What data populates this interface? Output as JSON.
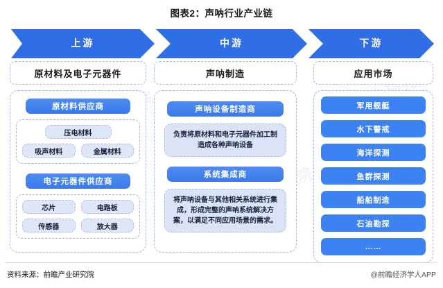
{
  "title": "图表2：声呐行业产业链",
  "band": {
    "segments": [
      {
        "label": "上游"
      },
      {
        "label": "中游"
      },
      {
        "label": "下游"
      }
    ]
  },
  "columns": {
    "upstream": {
      "header": "原材料及电子元器件",
      "groups": [
        {
          "pill": "原材料供应商",
          "rows": [
            [
              "压电材料"
            ],
            [
              "吸声材料",
              "金属材料"
            ]
          ]
        },
        {
          "pill": "电子元器件供应商",
          "rows": [
            [
              "芯片",
              "电路板"
            ],
            [
              "传感器",
              "放大器"
            ]
          ]
        }
      ]
    },
    "midstream": {
      "header": "声呐制造",
      "groups": [
        {
          "pill": "声呐设备制造商",
          "desc": "负责将原材料和电子元器件加工制造成各种声呐设备"
        },
        {
          "pill": "系统集成商",
          "desc": "将声呐设备与其他相关系统进行集成，形成完整的声呐系统解决方案，以满足不同应用场景的需求。"
        }
      ]
    },
    "downstream": {
      "header": "应用市场",
      "items": [
        "军用舰艇",
        "水下警戒",
        "海洋探测",
        "鱼群探测",
        "船舶制造",
        "石油勘探",
        "……"
      ]
    }
  },
  "footer": {
    "source": "资料来源：前瞻产业研究院",
    "app": "@前瞻经济学人APP"
  },
  "watermark": "前瞻产业研究院",
  "colors": {
    "band_blue": "#2f6ee5",
    "pill_blue": "#3a7aea",
    "app_blue": "#3d82f2",
    "chip_bg": "#dfe6f8",
    "dash_border": "#9bb7ea"
  }
}
